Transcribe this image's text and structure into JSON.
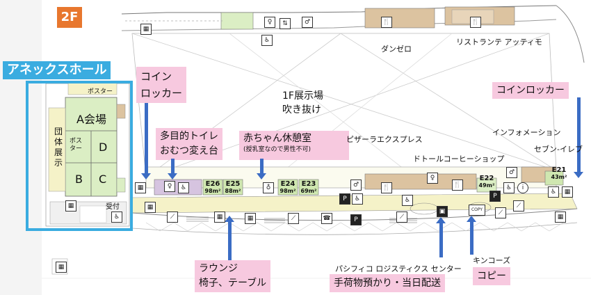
{
  "floor_badge": "2F",
  "annex": {
    "title": "アネックスホール",
    "poster_top": "ポスター",
    "hall_a": "A会場",
    "poster_side": "ポスター",
    "hall_b": "B",
    "hall_c": "C",
    "hall_d": "D",
    "group_display": "団体展示",
    "reception": "受付"
  },
  "callouts": {
    "coin_locker_left": "コイン\nロッカー",
    "multipurpose": "多目的トイレ\nおむつ変え台",
    "baby_room": "赤ちゃん休憩室",
    "baby_room_note": "(授乳室なので男性不可)",
    "coin_locker_right": "コインロッカー",
    "lounge": "ラウンジ\n椅子、テーブル",
    "baggage": "手荷物預かり・当日配送",
    "copy": "コピー"
  },
  "labels": {
    "atrium": "1F展示場\n吹き抜け",
    "danzero": "ダンゼロ",
    "ristorante": "リストランテ アッティモ",
    "pizza": "ピザーラエクスプレス",
    "doutor": "ドトールコーヒーショップ",
    "information": "インフォメーション",
    "seven": "セブン-イレブ",
    "pacifico": "パシフィコ ロジスティクス センター",
    "kinko": "キンコーズ",
    "copy_sign": "COPY"
  },
  "rooms": [
    {
      "code": "E26",
      "area": "98m²"
    },
    {
      "code": "E25",
      "area": "88m²"
    },
    {
      "code": "E24",
      "area": "98m²"
    },
    {
      "code": "E23",
      "area": "69m²"
    },
    {
      "code": "E22",
      "area": "49m²"
    },
    {
      "code": "E21",
      "area": "43m²"
    }
  ],
  "colors": {
    "highlight_box": "#3aace0",
    "callout_bg": "#f7c9df",
    "arrow": "#3b6cc4",
    "badge": "#e8772e",
    "hall_green": "#dbeec4",
    "room_green": "#cfe7b0",
    "restaurant_tan": "#dcc3a0",
    "corridor": "#f5f2c8"
  }
}
